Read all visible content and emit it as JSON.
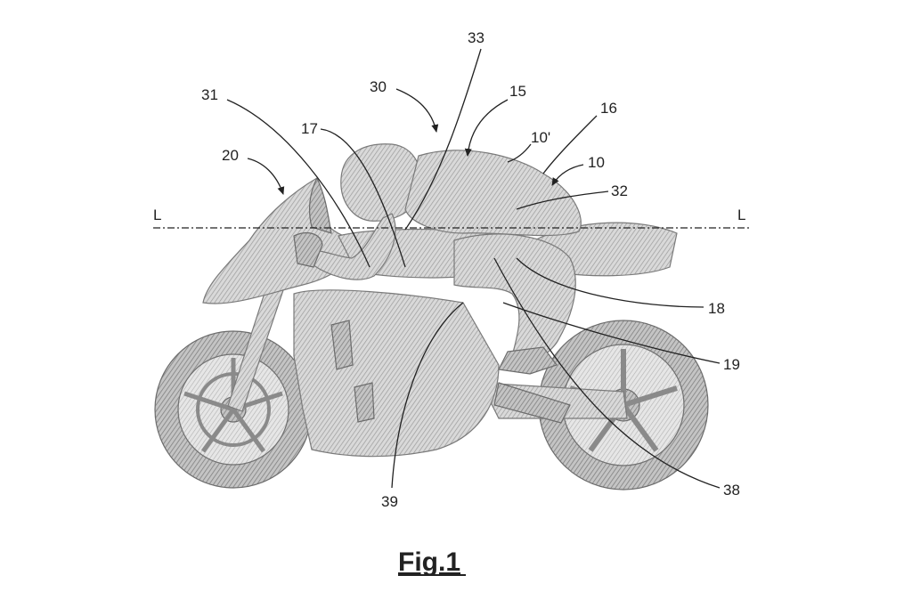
{
  "figure": {
    "caption": "Fig.1",
    "axis_line": {
      "left_label": "L",
      "right_label": "L"
    },
    "reference_numerals": [
      {
        "id": "ref-33",
        "text": "33"
      },
      {
        "id": "ref-30",
        "text": "30"
      },
      {
        "id": "ref-15",
        "text": "15"
      },
      {
        "id": "ref-31",
        "text": "31"
      },
      {
        "id": "ref-16",
        "text": "16"
      },
      {
        "id": "ref-17",
        "text": "17"
      },
      {
        "id": "ref-10p",
        "text": "10'"
      },
      {
        "id": "ref-20",
        "text": "20"
      },
      {
        "id": "ref-10",
        "text": "10"
      },
      {
        "id": "ref-32",
        "text": "32"
      },
      {
        "id": "ref-18",
        "text": "18"
      },
      {
        "id": "ref-19",
        "text": "19"
      },
      {
        "id": "ref-39",
        "text": "39"
      },
      {
        "id": "ref-38",
        "text": "38"
      }
    ]
  }
}
